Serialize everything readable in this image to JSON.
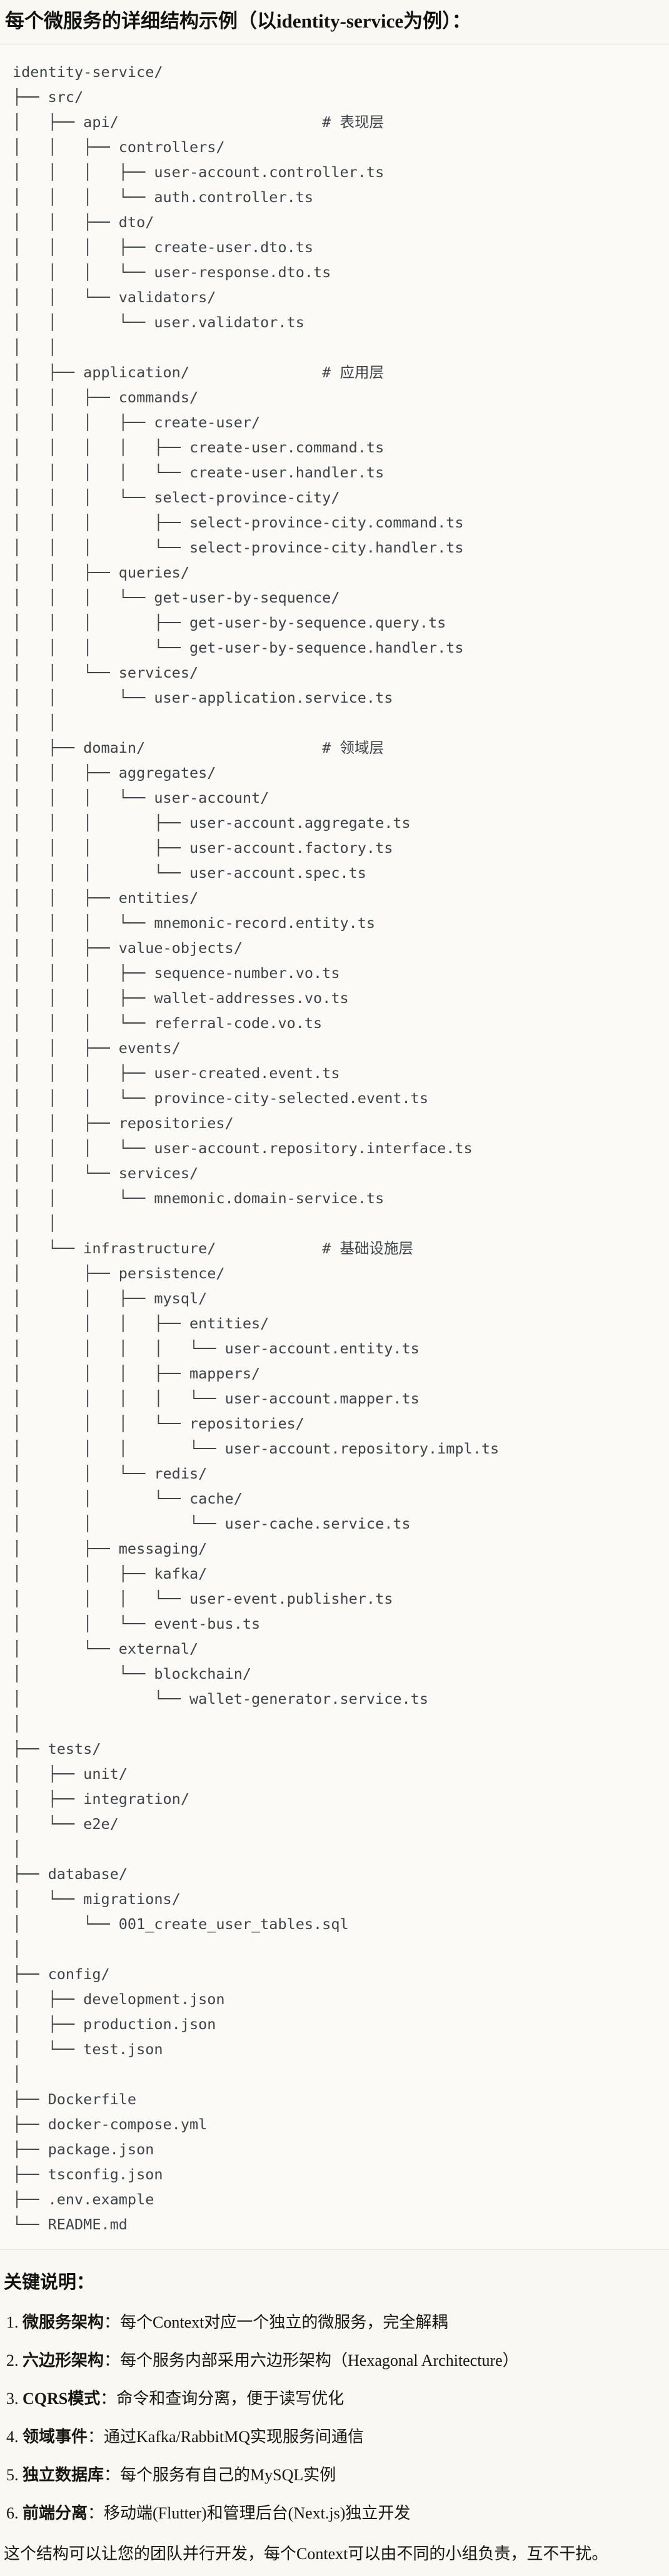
{
  "page": {
    "title": "每个微服务的详细结构示例（以identity-service为例）："
  },
  "colors": {
    "page_background": "#faf8f2",
    "code_background": "#fbfaf7",
    "code_border": "#e5e2da",
    "code_text": "#3e4348",
    "body_text": "#121210"
  },
  "code_block": {
    "description": "file-tree of identity-service",
    "lines": [
      "identity-service/",
      "├── src/",
      "│   ├── api/                       # 表现层",
      "│   │   ├── controllers/",
      "│   │   │   ├── user-account.controller.ts",
      "│   │   │   └── auth.controller.ts",
      "│   │   ├── dto/",
      "│   │   │   ├── create-user.dto.ts",
      "│   │   │   └── user-response.dto.ts",
      "│   │   └── validators/",
      "│   │       └── user.validator.ts",
      "│   │",
      "│   ├── application/               # 应用层",
      "│   │   ├── commands/",
      "│   │   │   ├── create-user/",
      "│   │   │   │   ├── create-user.command.ts",
      "│   │   │   │   └── create-user.handler.ts",
      "│   │   │   └── select-province-city/",
      "│   │   │       ├── select-province-city.command.ts",
      "│   │   │       └── select-province-city.handler.ts",
      "│   │   ├── queries/",
      "│   │   │   └── get-user-by-sequence/",
      "│   │   │       ├── get-user-by-sequence.query.ts",
      "│   │   │       └── get-user-by-sequence.handler.ts",
      "│   │   └── services/",
      "│   │       └── user-application.service.ts",
      "│   │",
      "│   ├── domain/                    # 领域层",
      "│   │   ├── aggregates/",
      "│   │   │   └── user-account/",
      "│   │   │       ├── user-account.aggregate.ts",
      "│   │   │       ├── user-account.factory.ts",
      "│   │   │       └── user-account.spec.ts",
      "│   │   ├── entities/",
      "│   │   │   └── mnemonic-record.entity.ts",
      "│   │   ├── value-objects/",
      "│   │   │   ├── sequence-number.vo.ts",
      "│   │   │   ├── wallet-addresses.vo.ts",
      "│   │   │   └── referral-code.vo.ts",
      "│   │   ├── events/",
      "│   │   │   ├── user-created.event.ts",
      "│   │   │   └── province-city-selected.event.ts",
      "│   │   ├── repositories/",
      "│   │   │   └── user-account.repository.interface.ts",
      "│   │   └── services/",
      "│   │       └── mnemonic.domain-service.ts",
      "│   │",
      "│   └── infrastructure/            # 基础设施层",
      "│       ├── persistence/",
      "│       │   ├── mysql/",
      "│       │   │   ├── entities/",
      "│       │   │   │   └── user-account.entity.ts",
      "│       │   │   ├── mappers/",
      "│       │   │   │   └── user-account.mapper.ts",
      "│       │   │   └── repositories/",
      "│       │   │       └── user-account.repository.impl.ts",
      "│       │   └── redis/",
      "│       │       └── cache/",
      "│       │           └── user-cache.service.ts",
      "│       ├── messaging/",
      "│       │   ├── kafka/",
      "│       │   │   └── user-event.publisher.ts",
      "│       │   └── event-bus.ts",
      "│       └── external/",
      "│           └── blockchain/",
      "│               └── wallet-generator.service.ts",
      "│",
      "├── tests/",
      "│   ├── unit/",
      "│   ├── integration/",
      "│   └── e2e/",
      "│",
      "├── database/",
      "│   └── migrations/",
      "│       └── 001_create_user_tables.sql",
      "│",
      "├── config/",
      "│   ├── development.json",
      "│   ├── production.json",
      "│   └── test.json",
      "│",
      "├── Dockerfile",
      "├── docker-compose.yml",
      "├── package.json",
      "├── tsconfig.json",
      "├── .env.example",
      "└── README.md"
    ]
  },
  "notes": {
    "heading": "关键说明：",
    "items": [
      {
        "num": "1. ",
        "label": "微服务架构",
        "colon": "：",
        "text": "每个Context对应一个独立的微服务，完全解耦"
      },
      {
        "num": "2. ",
        "label": "六边形架构",
        "colon": "：",
        "text": "每个服务内部采用六边形架构（Hexagonal Architecture）"
      },
      {
        "num": "3. ",
        "label": "CQRS模式",
        "colon": "：",
        "text": "命令和查询分离，便于读写优化"
      },
      {
        "num": "4. ",
        "label": "领域事件",
        "colon": "：",
        "text": "通过Kafka/RabbitMQ实现服务间通信"
      },
      {
        "num": "5. ",
        "label": "独立数据库",
        "colon": "：",
        "text": "每个服务有自己的MySQL实例"
      },
      {
        "num": "6. ",
        "label": "前端分离",
        "colon": "：",
        "text": "移动端(Flutter)和管理后台(Next.js)独立开发"
      }
    ],
    "closing": "这个结构可以让您的团队并行开发，每个Context可以由不同的小组负责，互不干扰。"
  }
}
